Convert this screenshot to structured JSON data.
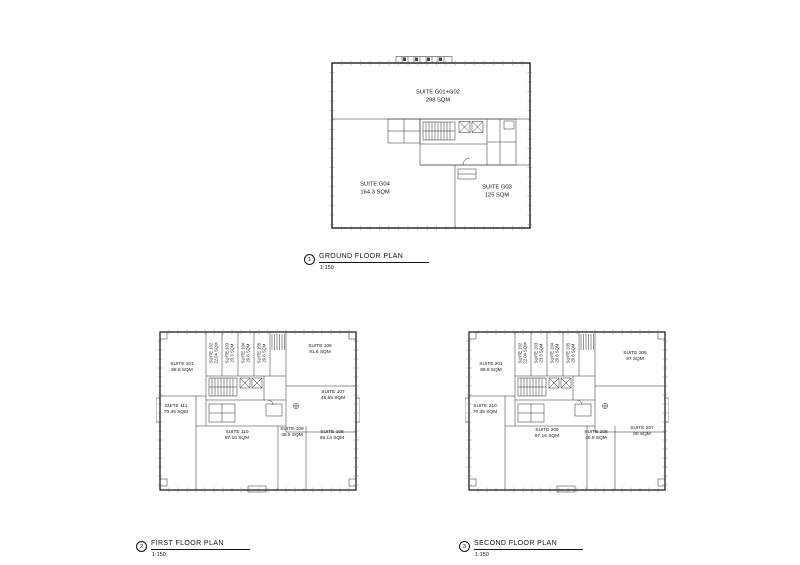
{
  "sheet": {
    "background": "#ffffff",
    "line_color": "#1c1c1c"
  },
  "plans": [
    {
      "number": "1",
      "title": "GROUND FLOOR PLAN",
      "scale": "1:150",
      "suites": [
        {
          "name": "SUITE G01+G02",
          "area": "298 SQM"
        },
        {
          "name": "SUITE G04",
          "area": "164.3 SQM"
        },
        {
          "name": "SUITE G03",
          "area": "125 SQM"
        }
      ]
    },
    {
      "number": "2",
      "title": "FIRST FLOOR PLAN",
      "scale": "1:150",
      "suites": [
        {
          "name": "SUITE 101",
          "area": "88.8 SQM"
        },
        {
          "name": "SUITE 102",
          "area": "22.04 SQM"
        },
        {
          "name": "SUITE 103",
          "area": "23.3 SQM"
        },
        {
          "name": "SUITE 104",
          "area": "20.6 SQM"
        },
        {
          "name": "SUITE 105",
          "area": "20.6 SQM"
        },
        {
          "name": "SUITE 106",
          "area": "91.6 SQM"
        },
        {
          "name": "SUITE 107",
          "area": "45.55 SQM"
        },
        {
          "name": "SUITE 108",
          "area": "69.14 SQM"
        },
        {
          "name": "SUITE 109",
          "area": "48.5 SQM"
        },
        {
          "name": "SUITE 110",
          "area": "97.16 SQM"
        },
        {
          "name": "SUITE 111",
          "area": "70.35 SQM"
        }
      ]
    },
    {
      "number": "3",
      "title": "SECOND FLOOR PLAN",
      "scale": "1:150",
      "suites": [
        {
          "name": "SUITE 201",
          "area": "88.8 SQM"
        },
        {
          "name": "SUITE 202",
          "area": "22.04 SQM"
        },
        {
          "name": "SUITE 203",
          "area": "23.3 SQM"
        },
        {
          "name": "SUITE 204",
          "area": "20.6 SQM"
        },
        {
          "name": "SUITE 205",
          "area": "20.6 SQM"
        },
        {
          "name": "SUITE 206",
          "area": "97 SQM"
        },
        {
          "name": "SUITE 207",
          "area": "80 SQM"
        },
        {
          "name": "SUITE 208",
          "area": "40.5 SQM"
        },
        {
          "name": "SUITE 209",
          "area": "97.16 SQM"
        },
        {
          "name": "SUITE 210",
          "area": "70.35 SQM"
        }
      ]
    }
  ]
}
